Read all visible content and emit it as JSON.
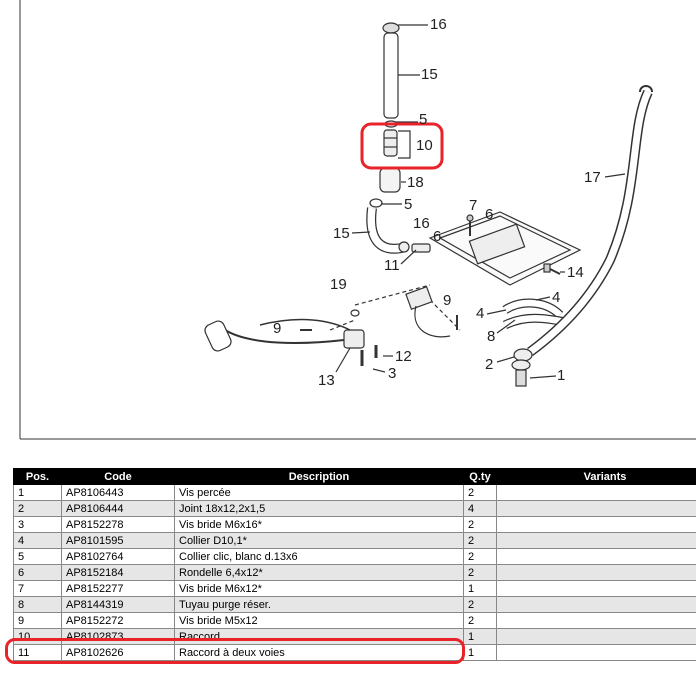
{
  "diagram": {
    "callouts": [
      {
        "id": "c16a",
        "label": "16"
      },
      {
        "id": "c15a",
        "label": "15"
      },
      {
        "id": "c5a",
        "label": "5"
      },
      {
        "id": "c10",
        "label": "10"
      },
      {
        "id": "c18",
        "label": "18"
      },
      {
        "id": "c5b",
        "label": "5"
      },
      {
        "id": "c7",
        "label": "7"
      },
      {
        "id": "c6a",
        "label": "6"
      },
      {
        "id": "c15b",
        "label": "15"
      },
      {
        "id": "c16b",
        "label": "16"
      },
      {
        "id": "c6b",
        "label": "6"
      },
      {
        "id": "c11",
        "label": "11"
      },
      {
        "id": "c14",
        "label": "14"
      },
      {
        "id": "c17",
        "label": "17"
      },
      {
        "id": "c19",
        "label": "19"
      },
      {
        "id": "c9a",
        "label": "9"
      },
      {
        "id": "c4a",
        "label": "4"
      },
      {
        "id": "c4b",
        "label": "4"
      },
      {
        "id": "c8",
        "label": "8"
      },
      {
        "id": "c9b",
        "label": "9"
      },
      {
        "id": "c12",
        "label": "12"
      },
      {
        "id": "c3",
        "label": "3"
      },
      {
        "id": "c13",
        "label": "13"
      },
      {
        "id": "c2",
        "label": "2"
      },
      {
        "id": "c1",
        "label": "1"
      }
    ],
    "highlight_color": "#e8232a"
  },
  "table": {
    "headers": {
      "pos": "Pos.",
      "code": "Code",
      "description": "Description",
      "qty": "Q.ty",
      "variants": "Variants"
    },
    "rows": [
      {
        "pos": "1",
        "code": "AP8106443",
        "description": "Vis percée",
        "qty": "2",
        "variants": ""
      },
      {
        "pos": "2",
        "code": "AP8106444",
        "description": "Joint 18x12,2x1,5",
        "qty": "4",
        "variants": ""
      },
      {
        "pos": "3",
        "code": "AP8152278",
        "description": "Vis bride M6x16*",
        "qty": "2",
        "variants": ""
      },
      {
        "pos": "4",
        "code": "AP8101595",
        "description": "Collier D10,1*",
        "qty": "2",
        "variants": ""
      },
      {
        "pos": "5",
        "code": "AP8102764",
        "description": "Collier clic, blanc d.13x6",
        "qty": "2",
        "variants": ""
      },
      {
        "pos": "6",
        "code": "AP8152184",
        "description": "Rondelle 6,4x12*",
        "qty": "2",
        "variants": ""
      },
      {
        "pos": "7",
        "code": "AP8152277",
        "description": "Vis bride M6x12*",
        "qty": "1",
        "variants": ""
      },
      {
        "pos": "8",
        "code": "AP8144319",
        "description": "Tuyau purge réser.",
        "qty": "2",
        "variants": ""
      },
      {
        "pos": "9",
        "code": "AP8152272",
        "description": "Vis bride M5x12",
        "qty": "2",
        "variants": ""
      },
      {
        "pos": "10",
        "code": "AP8102873",
        "description": "Raccord",
        "qty": "1",
        "variants": ""
      },
      {
        "pos": "11",
        "code": "AP8102626",
        "description": "Raccord à deux voies",
        "qty": "1",
        "variants": ""
      }
    ]
  }
}
